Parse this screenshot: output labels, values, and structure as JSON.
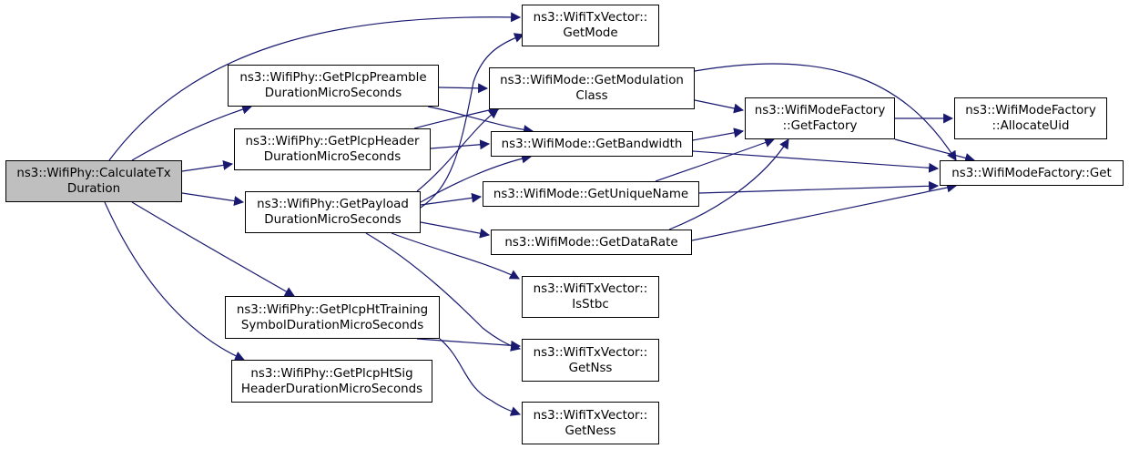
{
  "colors": {
    "edge": "#191970",
    "focus_fill": "#bfbfbf",
    "node_fill": "#ffffff",
    "border": "#000000"
  },
  "nodes": {
    "calc": {
      "lines": [
        "ns3::WifiPhy::CalculateTx",
        "Duration"
      ]
    },
    "preamble": {
      "lines": [
        "ns3::WifiPhy::GetPlcpPreamble",
        "DurationMicroSeconds"
      ]
    },
    "header": {
      "lines": [
        "ns3::WifiPhy::GetPlcpHeader",
        "DurationMicroSeconds"
      ]
    },
    "payload": {
      "lines": [
        "ns3::WifiPhy::GetPayload",
        "DurationMicroSeconds"
      ]
    },
    "httraining": {
      "lines": [
        "ns3::WifiPhy::GetPlcpHtTraining",
        "SymbolDurationMicroSeconds"
      ]
    },
    "htsig": {
      "lines": [
        "ns3::WifiPhy::GetPlcpHtSig",
        "HeaderDurationMicroSeconds"
      ]
    },
    "getmode": {
      "lines": [
        "ns3::WifiTxVector::",
        "GetMode"
      ]
    },
    "modclass": {
      "lines": [
        "ns3::WifiMode::GetModulation",
        "Class"
      ]
    },
    "bandwidth": {
      "lines": [
        "ns3::WifiMode::GetBandwidth"
      ]
    },
    "uniquename": {
      "lines": [
        "ns3::WifiMode::GetUniqueName"
      ]
    },
    "datarate": {
      "lines": [
        "ns3::WifiMode::GetDataRate"
      ]
    },
    "isstbc": {
      "lines": [
        "ns3::WifiTxVector::",
        "IsStbc"
      ]
    },
    "getnss": {
      "lines": [
        "ns3::WifiTxVector::",
        "GetNss"
      ]
    },
    "getness": {
      "lines": [
        "ns3::WifiTxVector::",
        "GetNess"
      ]
    },
    "getfactory": {
      "lines": [
        "ns3::WifiModeFactory",
        "::GetFactory"
      ]
    },
    "allocate": {
      "lines": [
        "ns3::WifiModeFactory",
        "::AllocateUid"
      ]
    },
    "factoryget": {
      "lines": [
        "ns3::WifiModeFactory::Get"
      ]
    }
  }
}
